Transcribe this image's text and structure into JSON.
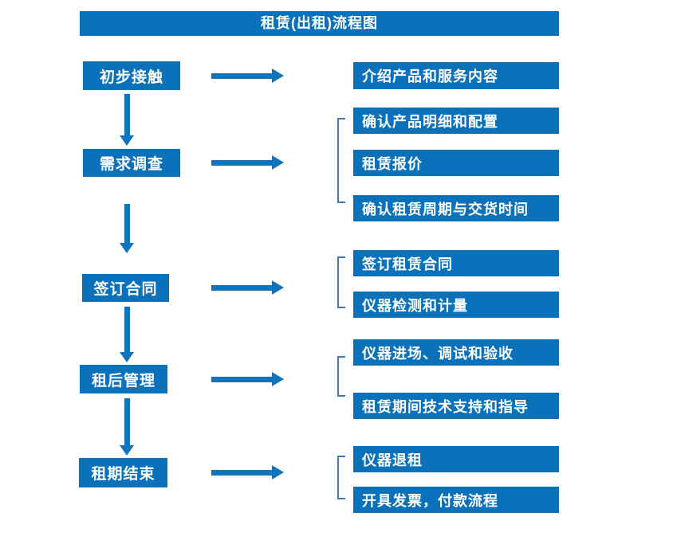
{
  "title": "租赁(出租)流程图",
  "colors": {
    "box_blue": "#0a71ba",
    "arrow_blue": "#0f74bd",
    "bracket_blue": "#4077b6",
    "text_white": "#ffffff"
  },
  "steps": [
    {
      "label": "初步接触",
      "details": [
        "介绍产品和服务内容"
      ]
    },
    {
      "label": "需求调查",
      "details": [
        "确认产品明细和配置",
        "租赁报价",
        "确认租赁周期与交货时间"
      ]
    },
    {
      "label": "签订合同",
      "details": [
        "签订租赁合同",
        "仪器检测和计量"
      ]
    },
    {
      "label": "租后管理",
      "details": [
        "仪器进场、调试和验收",
        "租赁期间技术支持和指导"
      ]
    },
    {
      "label": "租期结束",
      "details": [
        "仪器退租",
        "开具发票，付款流程"
      ]
    }
  ]
}
